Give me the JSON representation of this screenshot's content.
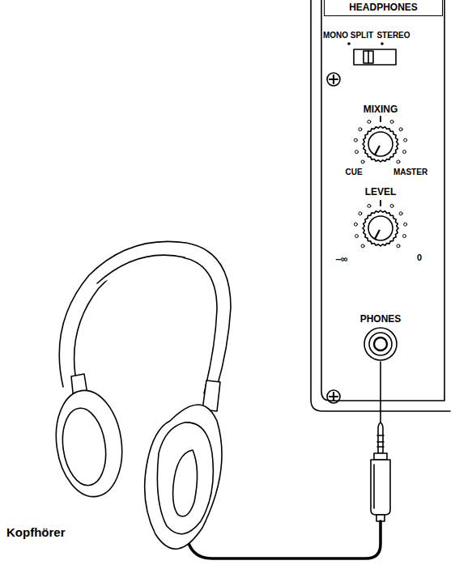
{
  "diagram": {
    "nodes": [
      {
        "text": [
          "HEADPHONES"
        ]
      }
    ],
    "labels": [
      "MONO SPLIT",
      "STEREO",
      "MIXING",
      "CUE",
      "MASTER",
      "LEVEL",
      "–∞",
      "0",
      "PHONES",
      "Kopfhörer"
    ]
  }
}
